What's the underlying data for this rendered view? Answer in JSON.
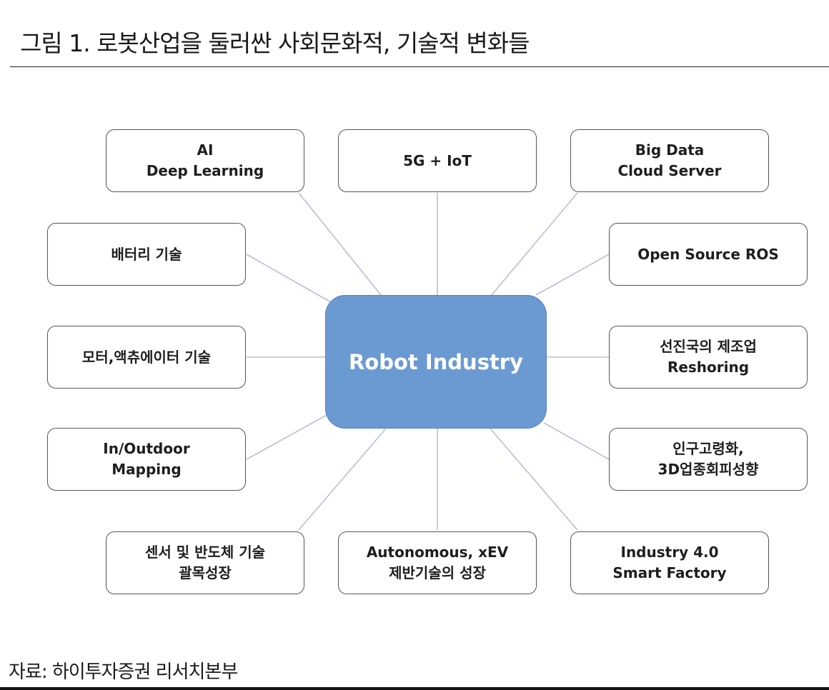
{
  "title": "그림 1. 로봇산업을 둘러싼 사회문화적, 기술적 변화들",
  "center": "Robot Industry",
  "nodes": {
    "ai": [
      "AI",
      "Deep Learning"
    ],
    "g5": [
      "5G + IoT"
    ],
    "bigdata": [
      "Big Data",
      "Cloud Server"
    ],
    "battery": [
      "배터리 기술"
    ],
    "ros": [
      "Open Source ROS"
    ],
    "motor": [
      "모터,액츄에이터 기술"
    ],
    "reshoring": [
      "선진국의 제조업",
      "Reshoring"
    ],
    "mapping": [
      "In/Outdoor",
      "Mapping"
    ],
    "aging": [
      "인구고령화,",
      "3D업종회피성향"
    ],
    "sensor": [
      "센서 및 반도체 기술",
      "괄목성장"
    ],
    "autonomous": [
      "Autonomous, xEV",
      "제반기술의 성장"
    ],
    "industry40": [
      "Industry 4.0",
      "Smart Factory"
    ]
  },
  "source": "자료: 하이투자증권 리서치본부",
  "colors": {
    "center_fill": "#6b9ad3",
    "connector": "#b8bfd6",
    "node_border": "#555555"
  }
}
